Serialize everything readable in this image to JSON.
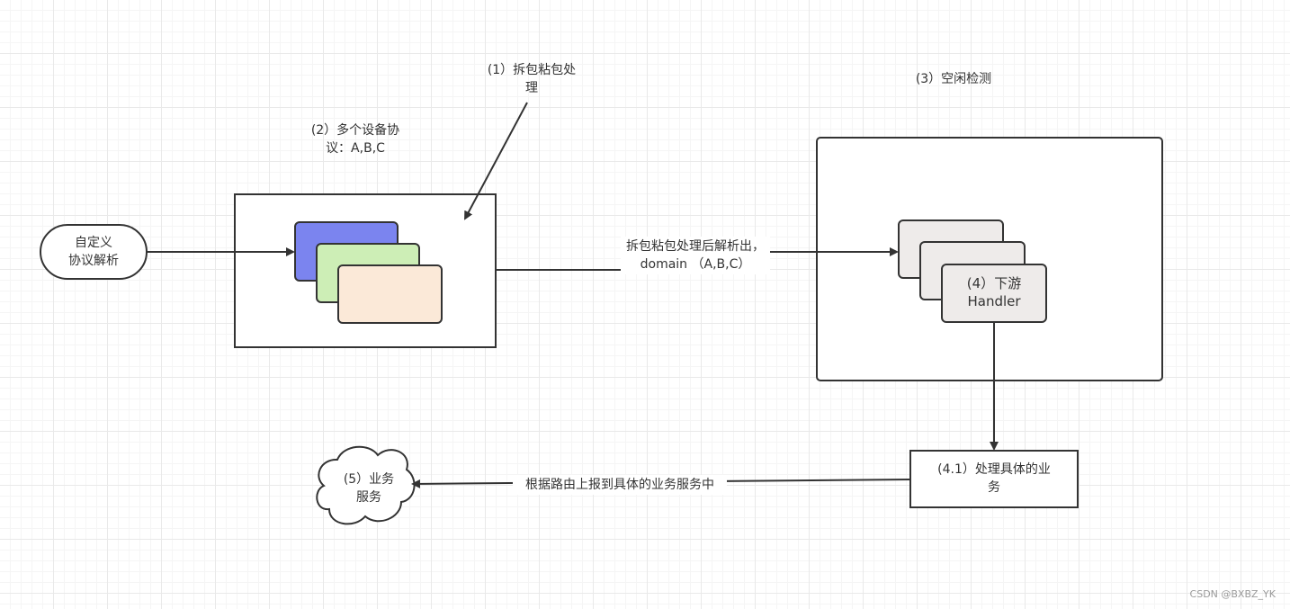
{
  "nodes": {
    "custom_protocol": "自定义\n协议解析",
    "step1": "(1）拆包粘包处\n理",
    "step2": "(2）多个设备协\n议：A,B,C",
    "step3": "(3）空闲检测",
    "step4": "(4）下游\nHandler",
    "step41": "(4.1）处理具体的业\n务",
    "step5": "(5）业务\n服务"
  },
  "edges": {
    "decode_label": "拆包粘包处理后解析出，\ndomain （A,B,C）",
    "report_label": "根据路由上报到具体的业务服务中"
  },
  "watermark": "CSDN @BXBZ_YK",
  "colors": {
    "card_blue": "#7b84ef",
    "card_green": "#cdeeb6",
    "card_peach": "#fbe9d8",
    "card_gray": "#eeebea",
    "stroke": "#333333"
  }
}
